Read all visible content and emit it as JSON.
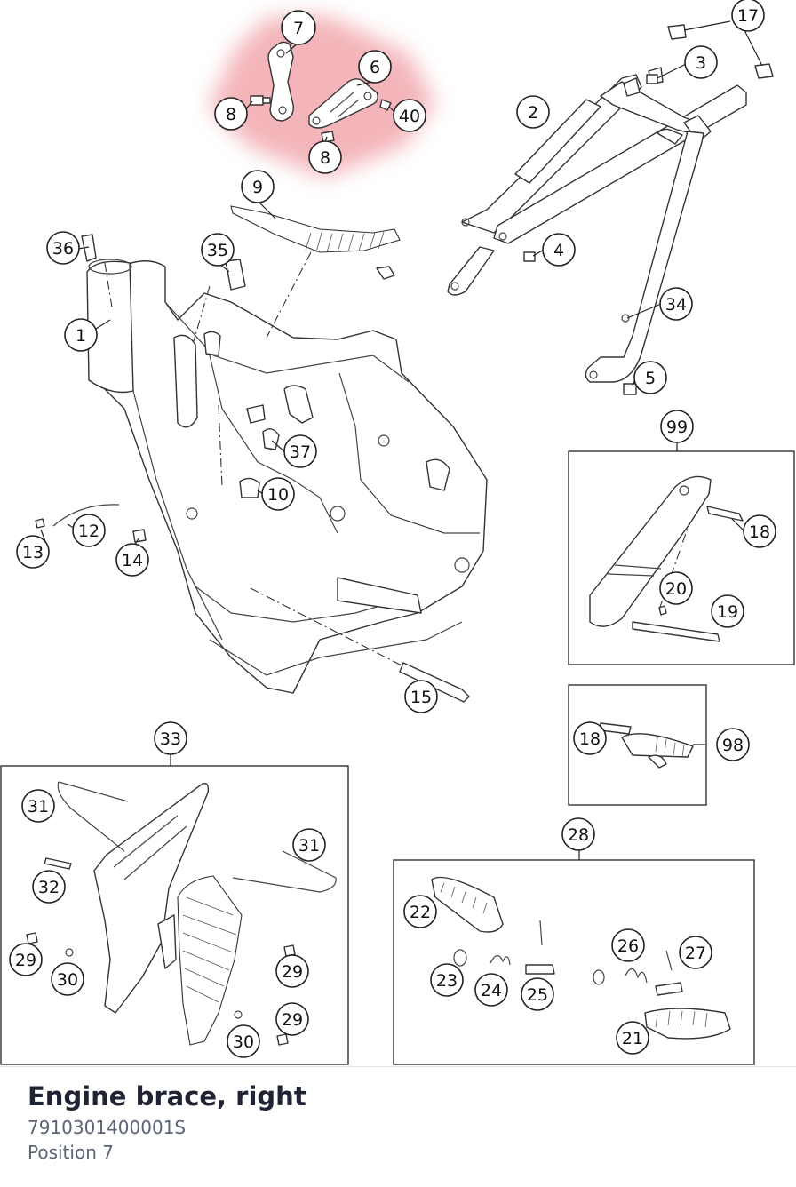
{
  "part": {
    "title": "Engine brace, right",
    "code": "7910301400001S",
    "position": "Position 7"
  },
  "highlight_color": "#f2a9ae",
  "callouts": [
    {
      "id": "c7",
      "label": "7",
      "highlight": true
    },
    {
      "id": "c6",
      "label": "6",
      "highlight": true
    },
    {
      "id": "c8a",
      "label": "8",
      "highlight": true
    },
    {
      "id": "c40",
      "label": "40",
      "highlight": true
    },
    {
      "id": "c8b",
      "label": "8",
      "highlight": true
    },
    {
      "id": "c17",
      "label": "17"
    },
    {
      "id": "c3",
      "label": "3"
    },
    {
      "id": "c2",
      "label": "2"
    },
    {
      "id": "c9",
      "label": "9"
    },
    {
      "id": "c36",
      "label": "36"
    },
    {
      "id": "c35",
      "label": "35"
    },
    {
      "id": "c4",
      "label": "4"
    },
    {
      "id": "c1",
      "label": "1"
    },
    {
      "id": "c34",
      "label": "34"
    },
    {
      "id": "c5",
      "label": "5"
    },
    {
      "id": "c99",
      "label": "99"
    },
    {
      "id": "c37",
      "label": "37"
    },
    {
      "id": "c10",
      "label": "10"
    },
    {
      "id": "c18a",
      "label": "18"
    },
    {
      "id": "c12",
      "label": "12"
    },
    {
      "id": "c13",
      "label": "13"
    },
    {
      "id": "c14",
      "label": "14"
    },
    {
      "id": "c20",
      "label": "20"
    },
    {
      "id": "c19",
      "label": "19"
    },
    {
      "id": "c15",
      "label": "15"
    },
    {
      "id": "c33",
      "label": "33"
    },
    {
      "id": "c18b",
      "label": "18"
    },
    {
      "id": "c98",
      "label": "98"
    },
    {
      "id": "c31a",
      "label": "31"
    },
    {
      "id": "c28",
      "label": "28"
    },
    {
      "id": "c31b",
      "label": "31"
    },
    {
      "id": "c32",
      "label": "32"
    },
    {
      "id": "c22",
      "label": "22"
    },
    {
      "id": "c26",
      "label": "26"
    },
    {
      "id": "c27",
      "label": "27"
    },
    {
      "id": "c29a",
      "label": "29"
    },
    {
      "id": "c30a",
      "label": "30"
    },
    {
      "id": "c29b",
      "label": "29"
    },
    {
      "id": "c23",
      "label": "23"
    },
    {
      "id": "c24",
      "label": "24"
    },
    {
      "id": "c25",
      "label": "25"
    },
    {
      "id": "c29c",
      "label": "29"
    },
    {
      "id": "c21",
      "label": "21"
    },
    {
      "id": "c30b",
      "label": "30"
    }
  ]
}
